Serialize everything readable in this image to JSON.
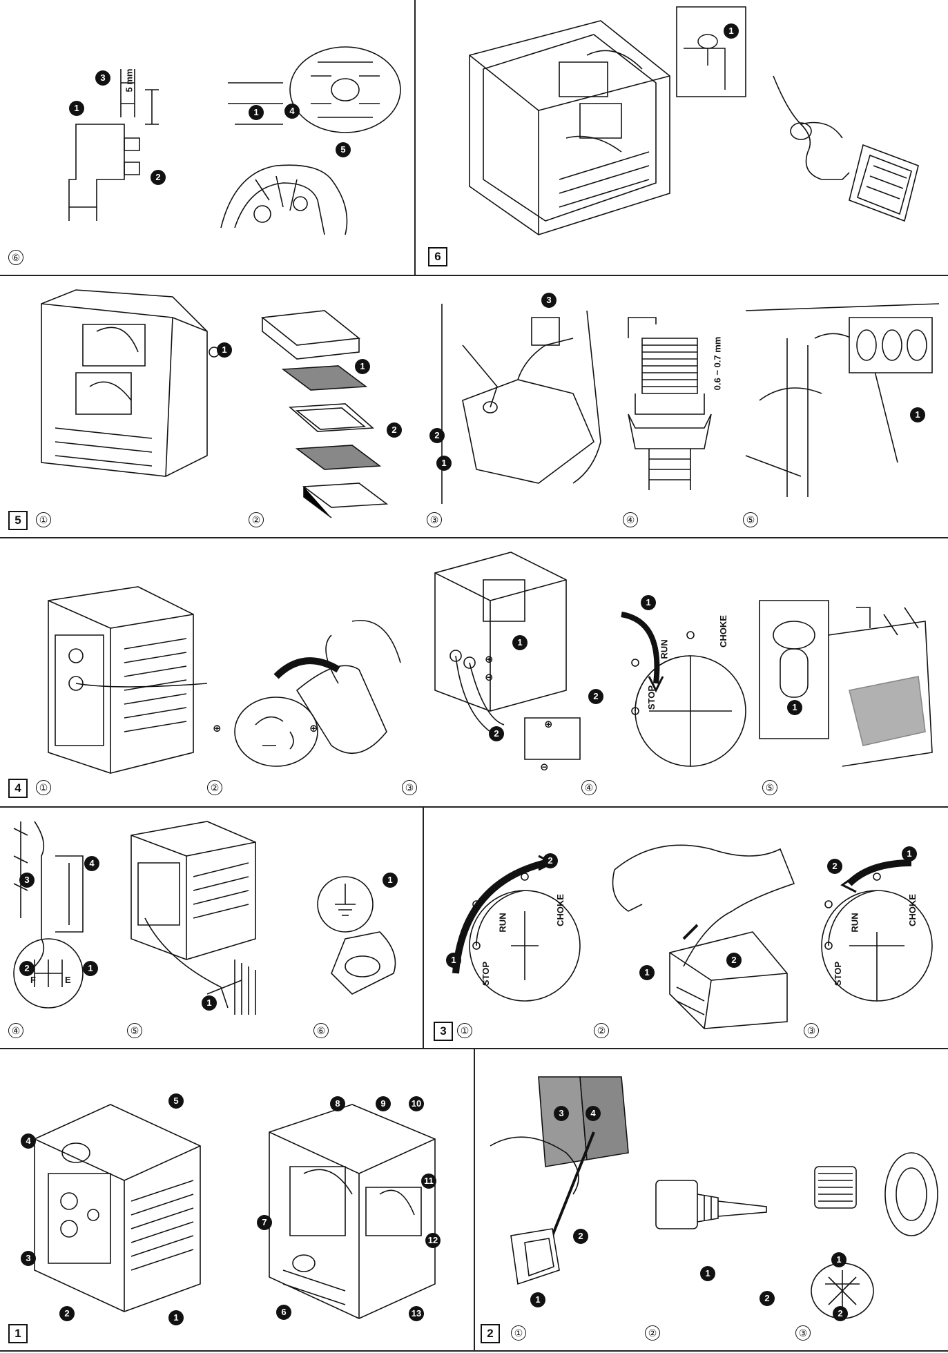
{
  "sections": {
    "s6": "6",
    "s5": "5",
    "s4": "4",
    "s3": "3",
    "s1": "1",
    "s2": "2"
  },
  "subs": {
    "one": "①",
    "two": "②",
    "three": "③",
    "four": "④",
    "five": "⑤",
    "six": "⑥"
  },
  "measurements": {
    "gap_5mm": "5 mm",
    "spark_gap": "0.6 ~ 0.7 mm"
  },
  "dial_labels": {
    "stop": "STOP",
    "run": "RUN",
    "choke": "CHOKE"
  },
  "ground_labels": {
    "e": "E",
    "f": "F"
  },
  "callouts": {
    "c1": "1",
    "c2": "2",
    "c3": "3",
    "c4": "4",
    "c5": "5",
    "c6": "6",
    "c7": "7",
    "c8": "8",
    "c9": "9",
    "c10": "10",
    "c11": "11",
    "c12": "12",
    "c13": "13"
  },
  "polarity": {
    "plus": "⊕",
    "minus": "⊖"
  }
}
